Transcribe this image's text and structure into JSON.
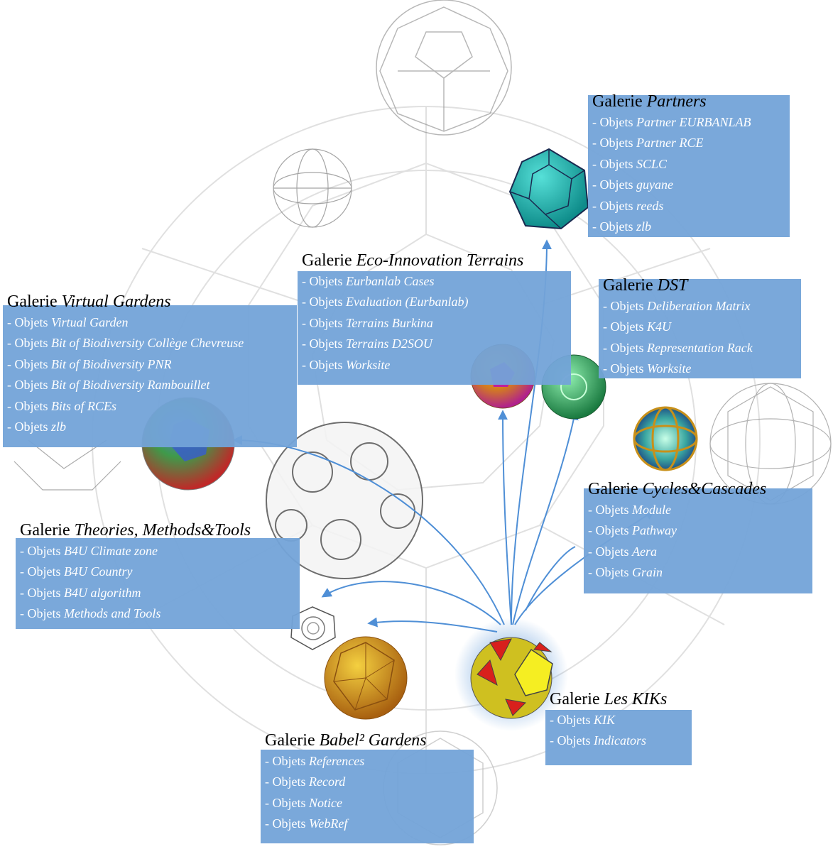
{
  "galleries": {
    "partners": {
      "prefix": "Galerie",
      "name": "Partners",
      "objects": [
        {
          "prefix": "- Objets",
          "name": "Partner EURBANLAB"
        },
        {
          "prefix": "- Objets",
          "name": "Partner RCE"
        },
        {
          "prefix": "- Objets",
          "name": "SCLC"
        },
        {
          "prefix": "- Objets",
          "name": "guyane"
        },
        {
          "prefix": "- Objets",
          "name": "reeds"
        },
        {
          "prefix": "- Objets",
          "name": "zlb"
        }
      ]
    },
    "eco": {
      "prefix": "Galerie",
      "name": "Eco-Innovation Terrains",
      "objects": [
        {
          "prefix": "- Objets",
          "name": "Eurbanlab Cases"
        },
        {
          "prefix": "- Objets",
          "name": "Evaluation (Eurbanlab)"
        },
        {
          "prefix": "- Objets",
          "name": "Terrains Burkina"
        },
        {
          "prefix": "- Objets",
          "name": "Terrains D2SOU"
        },
        {
          "prefix": "- Objets",
          "name": "Worksite"
        }
      ]
    },
    "dst": {
      "prefix": "Galerie",
      "name": "DST",
      "objects": [
        {
          "prefix": "- Objets",
          "name": "Deliberation Matrix"
        },
        {
          "prefix": "- Objets",
          "name": "K4U"
        },
        {
          "prefix": "- Objets",
          "name": "Representation Rack"
        },
        {
          "prefix": "- Objets",
          "name": "Worksite"
        }
      ]
    },
    "virtual": {
      "prefix": "Galerie",
      "name": "Virtual Gardens",
      "objects": [
        {
          "prefix": "- Objets",
          "name": "Virtual Garden"
        },
        {
          "prefix": "- Objets",
          "name": "Bit of Biodiversity Collège Chevreuse"
        },
        {
          "prefix": "- Objets",
          "name": "Bit of Biodiversity PNR"
        },
        {
          "prefix": "- Objets",
          "name": "Bit of Biodiversity Rambouillet"
        },
        {
          "prefix": "- Objets",
          "name": "Bits of RCEs"
        },
        {
          "prefix": "- Objets",
          "name": "zlb"
        }
      ]
    },
    "cycles": {
      "prefix": "Galerie",
      "name": "Cycles&Cascades",
      "objects": [
        {
          "prefix": "- Objets",
          "name": "Module"
        },
        {
          "prefix": "- Objets",
          "name": "Pathway"
        },
        {
          "prefix": "- Objets",
          "name": "Aera"
        },
        {
          "prefix": "- Objets",
          "name": "Grain"
        }
      ]
    },
    "theories": {
      "prefix": "Galerie",
      "name": "Theories, Methods&Tools",
      "objects": [
        {
          "prefix": "- Objets",
          "name": "B4U Climate zone"
        },
        {
          "prefix": "- Objets",
          "name": "B4U Country"
        },
        {
          "prefix": "- Objets",
          "name": "B4U algorithm"
        },
        {
          "prefix": "- Objets",
          "name": "Methods and Tools"
        }
      ]
    },
    "kiks": {
      "prefix": "Galerie",
      "name": "Les KIKs",
      "objects": [
        {
          "prefix": "- Objets",
          "name": "KIK"
        },
        {
          "prefix": "- Objets",
          "name": "Indicators"
        }
      ]
    },
    "babel": {
      "prefix": "Galerie",
      "name": "Babel² Gardens",
      "objects": [
        {
          "prefix": "- Objets",
          "name": "References"
        },
        {
          "prefix": "- Objets",
          "name": "Record"
        },
        {
          "prefix": "- Objets",
          "name": "Notice"
        },
        {
          "prefix": "- Objets",
          "name": "WebRef"
        }
      ]
    }
  },
  "colors": {
    "panel": "#73a3d8",
    "arrow": "#4f8fd6",
    "object_text": "#ffffff",
    "title_text": "#000000",
    "teal": "#1fb0b0",
    "yellow": "#f2e21a",
    "red": "#d8201c",
    "green": "#2ea860",
    "magenta": "#c0209a",
    "orange": "#e8a020",
    "gold": "#c88a18"
  },
  "icons": [
    "polyhedron-icon",
    "sphere-wireframe-icon"
  ]
}
